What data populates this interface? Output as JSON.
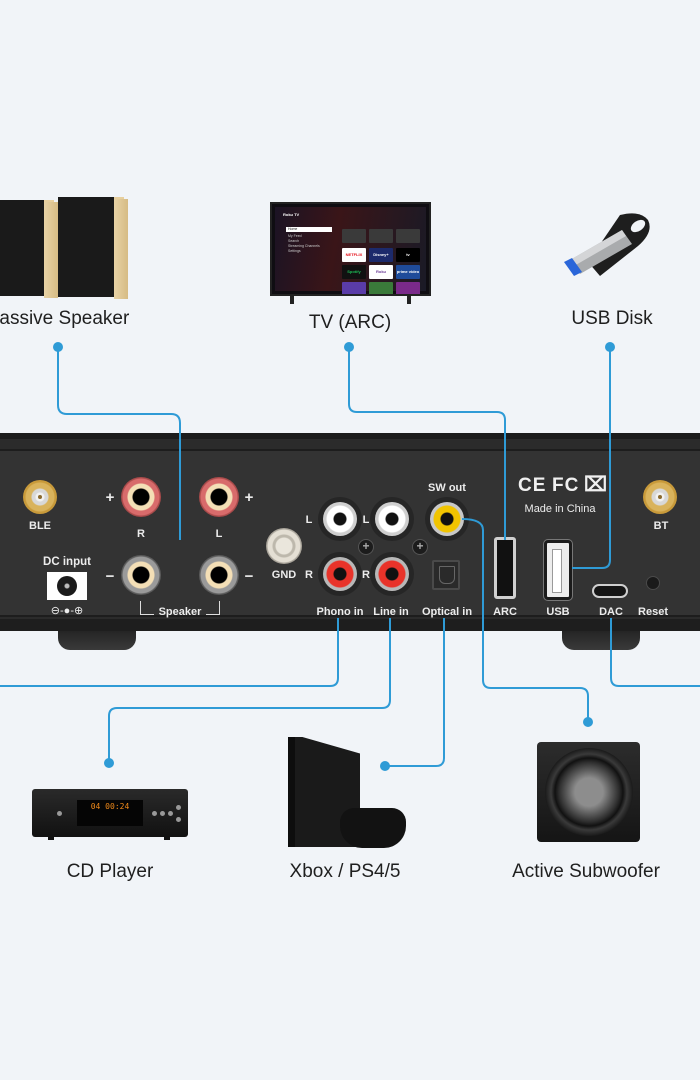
{
  "devices": {
    "passive_speaker": {
      "label": "Passive Speaker"
    },
    "tv": {
      "label": "TV (ARC)",
      "screen": {
        "brand": "Roku TV",
        "menu": [
          "Home",
          "My Feed",
          "Search",
          "Streaming Channels",
          "Settings"
        ],
        "apps": [
          "NETFLIX",
          "Disney+",
          "tv",
          "Spotify",
          "Roku Channel",
          "prime video"
        ]
      }
    },
    "usb_disk": {
      "label": "USB Disk"
    },
    "cd_player": {
      "label": "CD Player",
      "display": "04 00:24"
    },
    "console": {
      "label": "Xbox / PS4/5"
    },
    "subwoofer": {
      "label": "Active Subwoofer"
    }
  },
  "panel": {
    "ble_label": "BLE",
    "bt_label": "BT",
    "dc_input_label": "DC input",
    "dc_polarity": "⊖-●-⊕",
    "speaker": {
      "plus": "+",
      "minus": "−",
      "r_label": "R",
      "l_label": "L",
      "group_label": "Speaker"
    },
    "gnd_label": "GND",
    "rca_l": "L",
    "rca_r": "R",
    "phono_label": "Phono in",
    "line_label": "Line in",
    "sw_out_label": "SW out",
    "optical_label": "Optical in",
    "arc_label": "ARC",
    "usb_label": "USB",
    "dac_label": "DAC",
    "reset_label": "Reset",
    "ce_mark": "CE",
    "fc_mark": "FC",
    "weee_mark": "⌧",
    "origin": "Made in China"
  },
  "colors": {
    "background": "#f1f4f8",
    "wire": "#2f9bd6",
    "chassis": "#333333"
  }
}
